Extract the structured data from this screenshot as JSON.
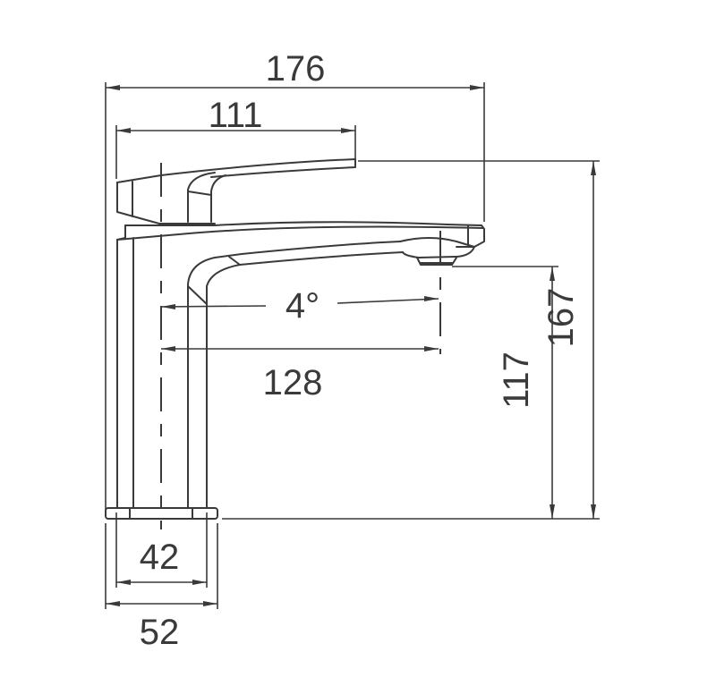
{
  "drawing": {
    "subject": "basin faucet side elevation",
    "line_color": "#3a3a3a",
    "background": "#ffffff"
  },
  "dimensions": {
    "overall_length": "176",
    "handle_length": "111",
    "spout_reach": "128",
    "spout_angle": "4°",
    "spout_height": "117",
    "overall_height": "167",
    "base_inner_width": "42",
    "base_outer_width": "52"
  }
}
